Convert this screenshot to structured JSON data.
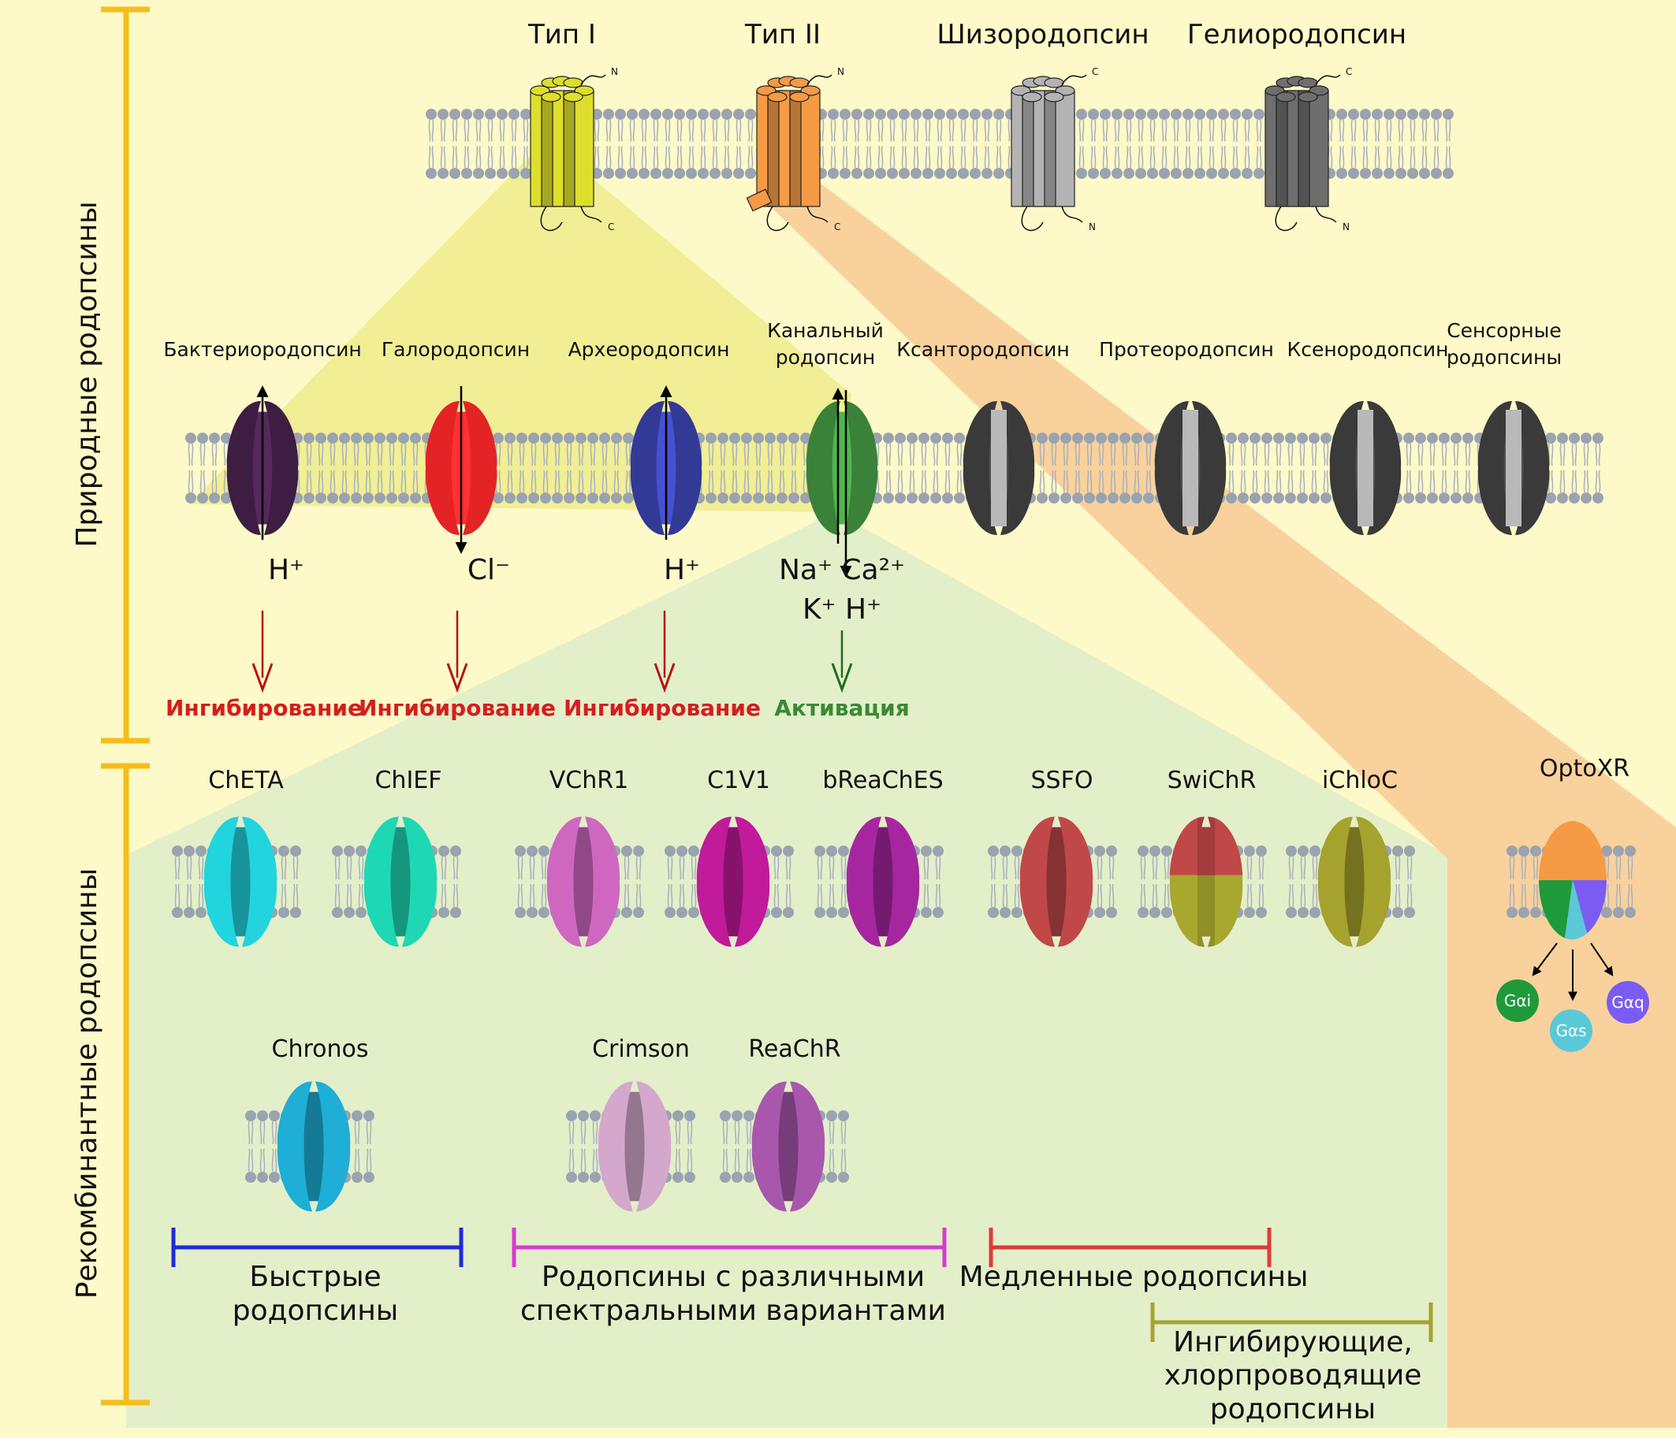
{
  "section_labels": {
    "natural": "Природные родопсины",
    "recombinant": "Рекомбинантные родопсины"
  },
  "top_types": [
    {
      "label": "Тип I",
      "color": "#dede2c",
      "n_term": "N",
      "c_term": "C"
    },
    {
      "label": "Тип II",
      "color": "#f59a45",
      "n_term": "N",
      "c_term": "C"
    },
    {
      "label": "Шизородопсин",
      "color": "#b3b3b3",
      "n_term": "N",
      "c_term": "C"
    },
    {
      "label": "Гелиородопсин",
      "color": "#6e6e6e",
      "n_term": "N",
      "c_term": "C"
    }
  ],
  "natural": [
    {
      "line1": "Бактериородопсин",
      "line2": "",
      "color": "#3d1d42",
      "ion_line1": "H⁺",
      "ion_line2": "",
      "effect": "Ингибирование",
      "effect_color": "#d41e1e",
      "arrow_color": "#b31414"
    },
    {
      "line1": "Галородопсин",
      "line2": "",
      "color": "#e32324",
      "ion_line1": "Cl⁻",
      "ion_line2": "",
      "effect": "Ингибирование",
      "effect_color": "#d41e1e",
      "arrow_color": "#b31414"
    },
    {
      "line1": "Археородопсин",
      "line2": "",
      "color": "#323a96",
      "ion_line1": "H⁺",
      "ion_line2": "",
      "effect": "Ингибирование",
      "effect_color": "#d41e1e",
      "arrow_color": "#b31414"
    },
    {
      "line1": "Канальный",
      "line2": "родопсин",
      "color": "#3a8139",
      "ion_line1": "Na⁺ Ca²⁺",
      "ion_line2": "K⁺ H⁺",
      "effect": "Активация",
      "effect_color": "#3a8a35",
      "arrow_color": "#1e6b1e"
    },
    {
      "line1": "Ксантородопсин",
      "line2": "",
      "color": "#3a3a3a",
      "ion_line1": "",
      "ion_line2": "",
      "effect": "",
      "effect_color": "#000000",
      "arrow_color": "#000000"
    },
    {
      "line1": "Протеородопсин",
      "line2": "",
      "color": "#3a3a3a",
      "ion_line1": "",
      "ion_line2": "",
      "effect": "",
      "effect_color": "#000000",
      "arrow_color": "#000000"
    },
    {
      "line1": "Ксенородопсин",
      "line2": "",
      "color": "#3a3a3a",
      "ion_line1": "",
      "ion_line2": "",
      "effect": "",
      "effect_color": "#000000",
      "arrow_color": "#000000"
    },
    {
      "line1": "Сенсорные",
      "line2": "родопсины",
      "color": "#3a3a3a",
      "ion_line1": "",
      "ion_line2": "",
      "effect": "",
      "effect_color": "#000000",
      "arrow_color": "#000000"
    }
  ],
  "recombinant_row1": [
    {
      "label": "ChETA",
      "color": "#22d4dd",
      "bottom_color": ""
    },
    {
      "label": "ChIEF",
      "color": "#1ed8b4",
      "bottom_color": ""
    },
    {
      "label": "VChR1",
      "color": "#cf67c0",
      "bottom_color": ""
    },
    {
      "label": "C1V1",
      "color": "#c11a9a",
      "bottom_color": ""
    },
    {
      "label": "bReaChES",
      "color": "#a626a0",
      "bottom_color": ""
    },
    {
      "label": "SSFO",
      "color": "#c04848",
      "bottom_color": ""
    },
    {
      "label": "SwiChR",
      "color": "#c04848",
      "bottom_color": "#a8a82e"
    },
    {
      "label": "iChloC",
      "color": "#a6a22e",
      "bottom_color": ""
    }
  ],
  "recombinant_row2": [
    {
      "label": "Chronos",
      "color": "#1eaed6"
    },
    {
      "label": "Crimson",
      "color": "#d4a8cc"
    },
    {
      "label": "ReaChR",
      "color": "#a957ad"
    }
  ],
  "optoxr": {
    "label": "OptoXR",
    "top_color": "#f59a45",
    "slices": [
      "#1f9a3a",
      "#5bc8d8",
      "#7b5cf2"
    ],
    "g_proteins": [
      {
        "label": "Gαi",
        "color": "#1f9a3a"
      },
      {
        "label": "Gαs",
        "color": "#5bc8d8"
      },
      {
        "label": "Gαq",
        "color": "#7b5cf2"
      }
    ]
  },
  "groups": [
    {
      "line1": "Быстрые",
      "line2": "родопсины",
      "line3": "",
      "color": "#1e2bd8"
    },
    {
      "line1": "Родопсины с различными",
      "line2": "спектральными вариантами",
      "line3": "",
      "color": "#d83ad0"
    },
    {
      "line1": "Медленные родопсины",
      "line2": "",
      "line3": "",
      "color": "#e03a3a"
    },
    {
      "line1": "Ингибирующие,",
      "line2": "хлорпроводящие",
      "line3": "родопсины",
      "color": "#a6a22e"
    }
  ],
  "colors": {
    "background_natural": "#fdf9c8",
    "background_recombinant": "#e3efc9",
    "cone_type1": "#f0ec8f",
    "band_type2": "#f9d19c",
    "bracket": "#f6bd1a",
    "membrane_head": "#9aa3b0",
    "membrane_tail": "#aab2bd"
  }
}
